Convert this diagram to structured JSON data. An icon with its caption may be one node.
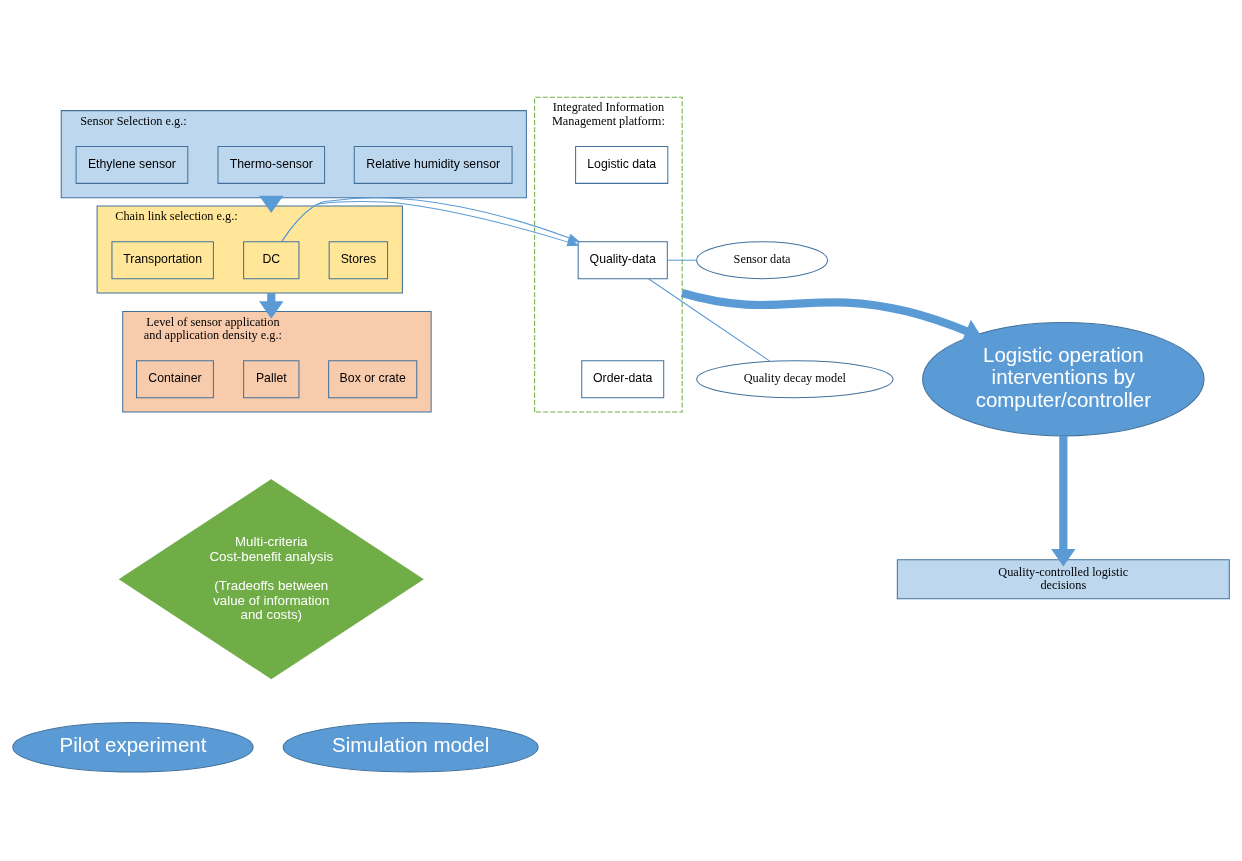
{
  "diagram": {
    "nodes": [
      {
        "text": [
          "Sensor Selection e.g.:"
        ]
      },
      {
        "text": [
          "Ethylene sensor"
        ],
        "in": 0
      },
      {
        "text": [
          "Thermo-sensor"
        ],
        "in": 0
      },
      {
        "text": [
          "Relative humidity sensor"
        ],
        "in": 0
      },
      {
        "text": [
          "Chain link selection e.g.:"
        ]
      },
      {
        "text": [
          "Transportation"
        ],
        "in": 4
      },
      {
        "text": [
          "DC"
        ],
        "in": 4
      },
      {
        "text": [
          "Stores"
        ],
        "in": 4
      },
      {
        "text": [
          "Level of sensor application and application density e.g.:"
        ]
      },
      {
        "text": [
          "Container"
        ],
        "in": 8
      },
      {
        "text": [
          "Pallet"
        ],
        "in": 8
      },
      {
        "text": [
          "Box or crate"
        ],
        "in": 8
      },
      {
        "text": [
          "Multi-criteria Cost-benefit analysis",
          "(Tradeoffs between value of information and costs)"
        ]
      },
      {
        "text": [
          "Pilot experiment"
        ]
      },
      {
        "text": [
          "Simulation model"
        ]
      },
      {
        "text": [
          "Integrated Information Management platform:"
        ]
      },
      {
        "text": [
          "Logistic data"
        ],
        "in": 15
      },
      {
        "text": [
          "Quality-data"
        ],
        "in": 15
      },
      {
        "text": [
          "Order-data"
        ],
        "in": 15
      },
      {
        "text": [
          "Sensor data"
        ]
      },
      {
        "text": [
          "Quality decay model"
        ]
      },
      {
        "text": [
          "Logistic operation interventions by computer/controller"
        ]
      },
      {
        "text": [
          "Quality-controlled logistic decisions"
        ]
      }
    ],
    "edges": [
      {
        "from": 0,
        "to": 4,
        "arrow": "to",
        "style": "thick"
      },
      {
        "from": 4,
        "to": 8,
        "arrow": "to",
        "style": "thick"
      },
      {
        "from": 4,
        "to": 17,
        "arrow": "to"
      },
      {
        "from": 17,
        "to": 19,
        "arrow": "none"
      },
      {
        "from": 17,
        "to": 20,
        "arrow": "none"
      },
      {
        "from": 15,
        "to": 21,
        "arrow": "to",
        "style": "thick"
      },
      {
        "from": 21,
        "to": 22,
        "arrow": "to",
        "style": "thick"
      }
    ]
  }
}
